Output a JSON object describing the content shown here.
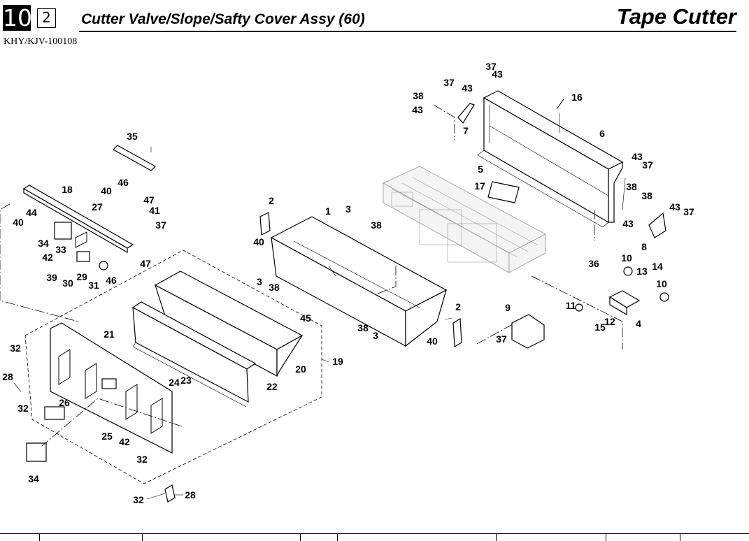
{
  "header": {
    "chapter": "10",
    "page": "2",
    "title": "Cutter Valve/Slope/Safty Cover Assy (60)",
    "section": "Tape Cutter",
    "model_code": "KHY/KJV-100108"
  },
  "diagram": {
    "part_labels": [
      "37",
      "43",
      "37",
      "43",
      "38",
      "43",
      "16",
      "7",
      "6",
      "35",
      "43",
      "37",
      "5",
      "17",
      "38",
      "38",
      "43",
      "37",
      "43",
      "8",
      "18",
      "46",
      "40",
      "47",
      "27",
      "41",
      "44",
      "40",
      "37",
      "2",
      "3",
      "1",
      "38",
      "40",
      "34",
      "33",
      "42",
      "47",
      "39",
      "30",
      "29",
      "31",
      "46",
      "36",
      "10",
      "13",
      "14",
      "10",
      "3",
      "38",
      "11",
      "12",
      "4",
      "15",
      "2",
      "9",
      "45",
      "38",
      "3",
      "40",
      "37",
      "21",
      "32",
      "19",
      "20",
      "24",
      "23",
      "22",
      "28",
      "32",
      "26",
      "25",
      "42",
      "32",
      "34",
      "32",
      "28"
    ]
  }
}
